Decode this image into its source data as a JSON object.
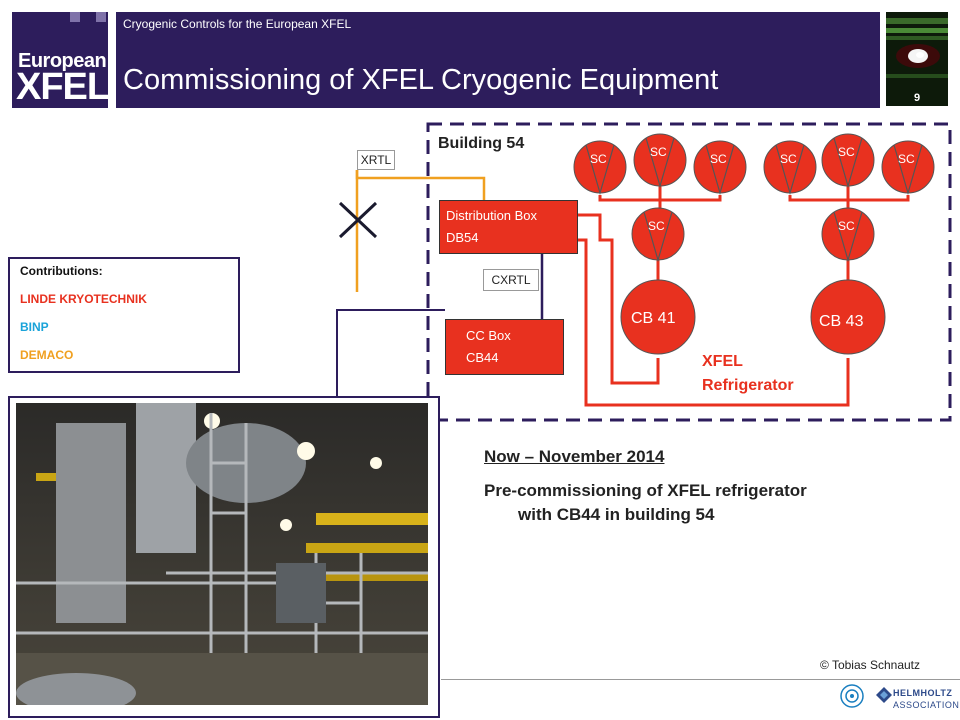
{
  "header": {
    "logo_line1": "European",
    "logo_line2": "XFEL",
    "subtitle": "Cryogenic Controls for the European XFEL",
    "title": "Commissioning of XFEL Cryogenic Equipment",
    "page_number": "9"
  },
  "diagram": {
    "building_label": "Building 54",
    "xrtl_label": "XRTL",
    "cxrtl_label": "CXRTL",
    "distribution_box": {
      "line1": "Distribution Box",
      "line2": "DB54"
    },
    "cc_box": {
      "line1": "CC Box",
      "line2": "CB44"
    },
    "sc_label": "SC",
    "cold_boxes": [
      "CB 41",
      "CB 43"
    ],
    "refrigerator_label": {
      "line1": "XFEL",
      "line2": "Refrigerator"
    }
  },
  "contributions": {
    "title": "Contributions:",
    "items": [
      "LINDE KRYOTECHNIK",
      "BINP",
      "DEMACO"
    ]
  },
  "content": {
    "heading": "Now – November 2014",
    "line1": "Pre-commissioning of XFEL refrigerator",
    "line2": "with CB44 in building 54"
  },
  "credit": "© Tobias Schnautz",
  "footer": {
    "helmholtz_line1": "HELMHOLTZ",
    "helmholtz_line2": "ASSOCIATION"
  },
  "colors": {
    "brand_purple": "#2d1d5c",
    "equipment_red": "#e8311f",
    "xrtl_orange": "#f0a020",
    "binp_blue": "#1aa3d9"
  },
  "icons": [
    "desy-logo-icon",
    "helmholtz-logo-icon"
  ]
}
